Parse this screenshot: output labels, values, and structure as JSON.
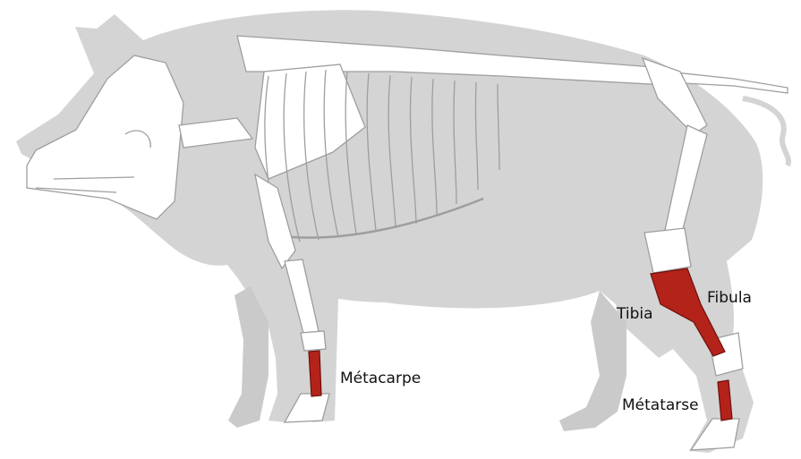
{
  "labels": {
    "metacarpe": "Métacarpe",
    "tibia": "Tibia",
    "fibula": "Fibula",
    "metatarse": "Métatarse"
  },
  "colors": {
    "body": "#d4d4d4",
    "bone": "#ffffff",
    "bone_outline": "#9e9e9e",
    "highlight": "#b3231a",
    "highlight_outline": "#6e100b"
  }
}
